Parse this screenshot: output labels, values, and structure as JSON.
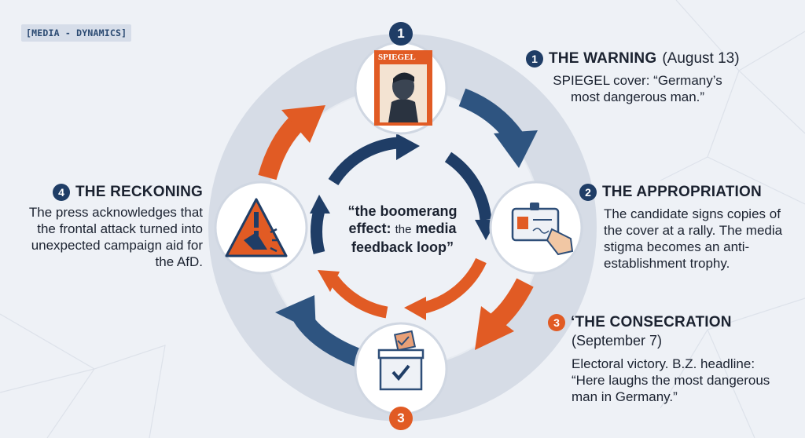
{
  "tag": "[MEDIA - DYNAMICS]",
  "colors": {
    "navy": "#1f3d66",
    "orange": "#e15b24",
    "ring": "#d6dce6",
    "background": "#eef1f6"
  },
  "badges": {
    "top": "1",
    "bottom": "3"
  },
  "center_quote": {
    "line1": "“the boomerang",
    "line2_strong": "effect:",
    "line2_small": "the",
    "line2_end": "media",
    "line3": "feedback loop”"
  },
  "cover": {
    "masthead": "SPIEGEL"
  },
  "steps": [
    {
      "number": "1",
      "title": "THE WARNING",
      "subtitle": "(August 13)",
      "body": "SPIEGEL cover: “Germany’s most dangerous man.”",
      "icon": "magazine-cover-icon"
    },
    {
      "number": "2",
      "title": "THE APPROPRIATION",
      "body": "The candidate signs copies of the cover at a rally. The media stigma becomes an anti-establishment trophy.",
      "icon": "signed-card-icon"
    },
    {
      "number": "3",
      "title": "‘THE CONSECRATION",
      "subtitle": "(September 7)",
      "body": "Electoral victory. B.Z. headline: “Here laughs the most dangerous man in Germany.”",
      "icon": "ballot-box-icon"
    },
    {
      "number": "4",
      "title": "THE RECKONING",
      "body": "The press acknowledges that the frontal attack turned into unexpected campaign aid for the AfD.",
      "icon": "megaphone-warning-icon"
    }
  ]
}
